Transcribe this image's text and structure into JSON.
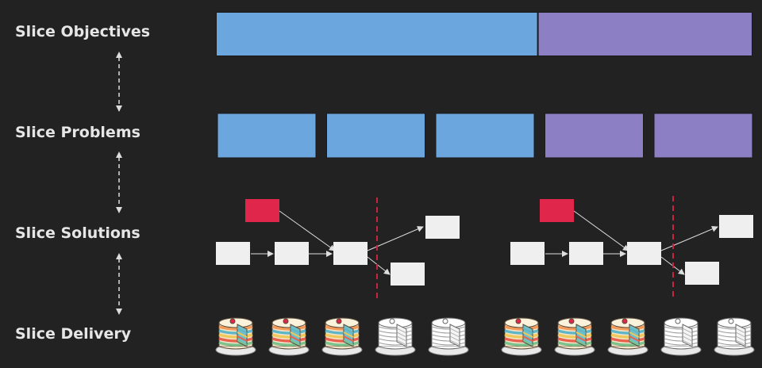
{
  "labels": {
    "objectives": "Slice Objectives",
    "problems": "Slice Problems",
    "solutions": "Slice Solutions",
    "delivery": "Slice Delivery"
  },
  "colors": {
    "background": "#222222",
    "blue": "#6ca6de",
    "purple": "#8c7fc3",
    "problem_box": "#e0264a",
    "solution_box": "#efefef",
    "divider": "#c8243f",
    "arrow": "#dddddd",
    "label_text": "#e6e6e6"
  },
  "objectives": [
    {
      "color": "blue",
      "share": 0.6
    },
    {
      "color": "purple",
      "share": 0.4
    }
  ],
  "problems": [
    "blue",
    "blue",
    "blue",
    "purple",
    "purple"
  ],
  "delivery": {
    "groups": [
      [
        "colored",
        "colored",
        "colored",
        "outline",
        "outline"
      ],
      [
        "colored",
        "colored",
        "colored",
        "outline",
        "outline"
      ]
    ]
  }
}
